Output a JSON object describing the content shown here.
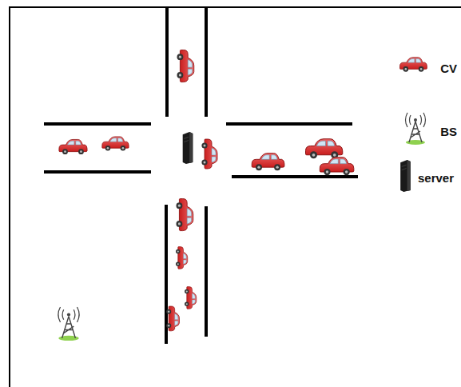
{
  "diagram": {
    "legend": [
      {
        "text": "CV"
      },
      {
        "text": "BS"
      },
      {
        "text": "server"
      }
    ]
  }
}
